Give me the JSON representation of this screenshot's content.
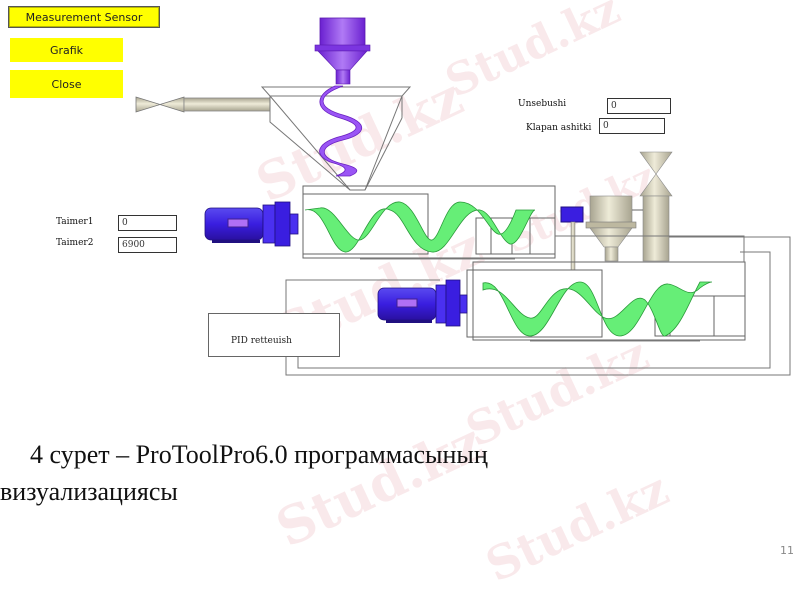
{
  "buttons": {
    "measurement_sensor": "Measurement Sensor",
    "grafik": "Grafik",
    "close": "Close"
  },
  "fields": {
    "unsebushi": {
      "label": "Unsebushi",
      "value": "0"
    },
    "klapan_ashitki": {
      "label": "Klapan ashitki",
      "value": "0"
    },
    "taimer1": {
      "label": "Taimer1",
      "value": "0"
    },
    "taimer2": {
      "label": "Taimer2",
      "value": "6900"
    }
  },
  "pid": {
    "label": "PID retteuish"
  },
  "caption": {
    "line1": "4 сурет – ProToolPro6.0 программасының",
    "line2": "визуализациясы"
  },
  "page_number": "11",
  "watermark": "Stud.kz",
  "colors": {
    "button_yellow": "#ffff00",
    "hopper_purple": "#8a3cf0",
    "motor_blue": "#3a1ee0",
    "screw_green": "#33ee55",
    "equipment_beige": "#d6d2bc",
    "pipe_gray": "#666666"
  }
}
